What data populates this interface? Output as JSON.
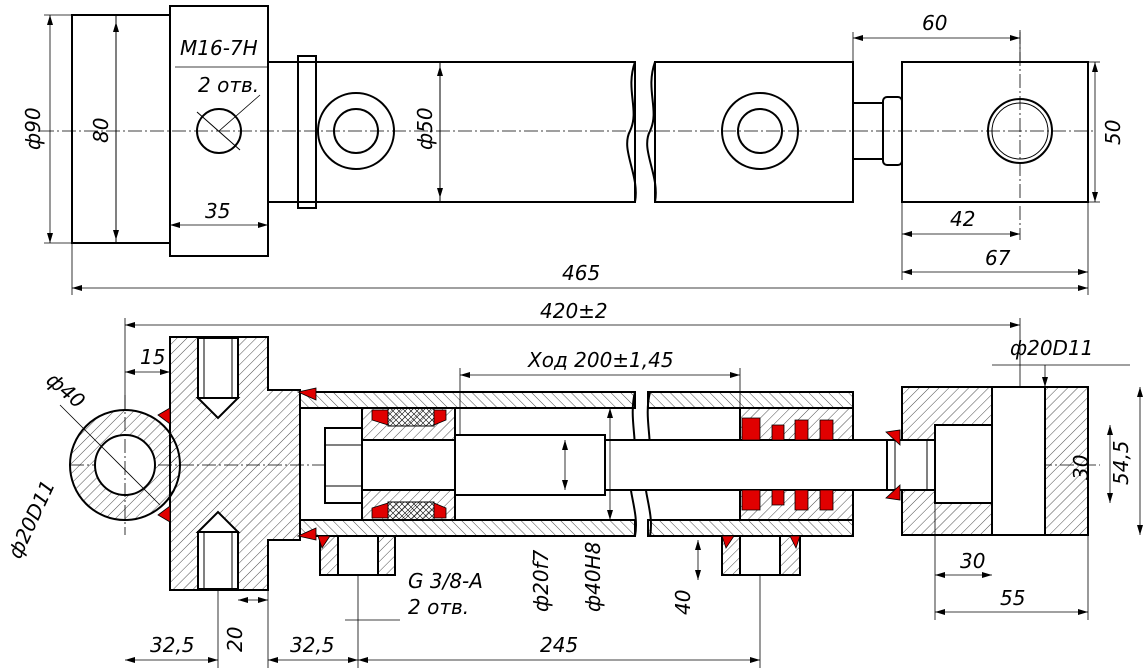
{
  "top_view": {
    "dim_outer_diameter": "ф90",
    "dim_inner": "80",
    "dim_thread": "M16-7H",
    "dim_thread_count": "2 отв.",
    "dim_35": "35",
    "dim_barrel": "ф50",
    "dim_60": "60",
    "dim_50": "50",
    "dim_42": "42",
    "dim_67": "67",
    "dim_465": "465"
  },
  "section_view": {
    "dim_420": "420±2",
    "dim_15": "15",
    "dim_eye_outer": "ф40",
    "dim_eye_bore": "ф20D11",
    "dim_stroke": "Ход 200±1,45",
    "dim_rod_bore": "ф20D11",
    "dim_port": "G 3/8-A",
    "dim_port_count": "2 отв.",
    "dim_rod": "ф20f7",
    "dim_piston": "ф40H8",
    "dim_40": "40",
    "dim_30v": "30",
    "dim_54_5": "54,5",
    "dim_30h": "30",
    "dim_55": "55",
    "dim_20": "20",
    "dim_32_5a": "32,5",
    "dim_32_5b": "32,5",
    "dim_245": "245"
  }
}
